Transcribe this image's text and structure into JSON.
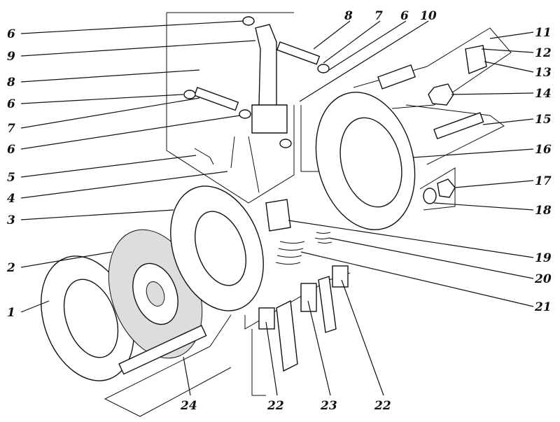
{
  "diagram": {
    "type": "exploded-view",
    "labels": {
      "l6a": "6",
      "l9": "9",
      "l8a": "8",
      "l6b": "6",
      "l7a": "7",
      "l6c": "6",
      "l5": "5",
      "l4": "4",
      "l3": "3",
      "l2": "2",
      "l1": "1",
      "t8": "8",
      "t7": "7",
      "t6": "6",
      "t10": "10",
      "r11": "11",
      "r12": "12",
      "r13": "13",
      "r14": "14",
      "r15": "15",
      "r16": "16",
      "r17": "17",
      "r18": "18",
      "r19": "19",
      "r20": "20",
      "r21": "21",
      "b24": "24",
      "b22a": "22",
      "b23": "23",
      "b22b": "22"
    }
  }
}
